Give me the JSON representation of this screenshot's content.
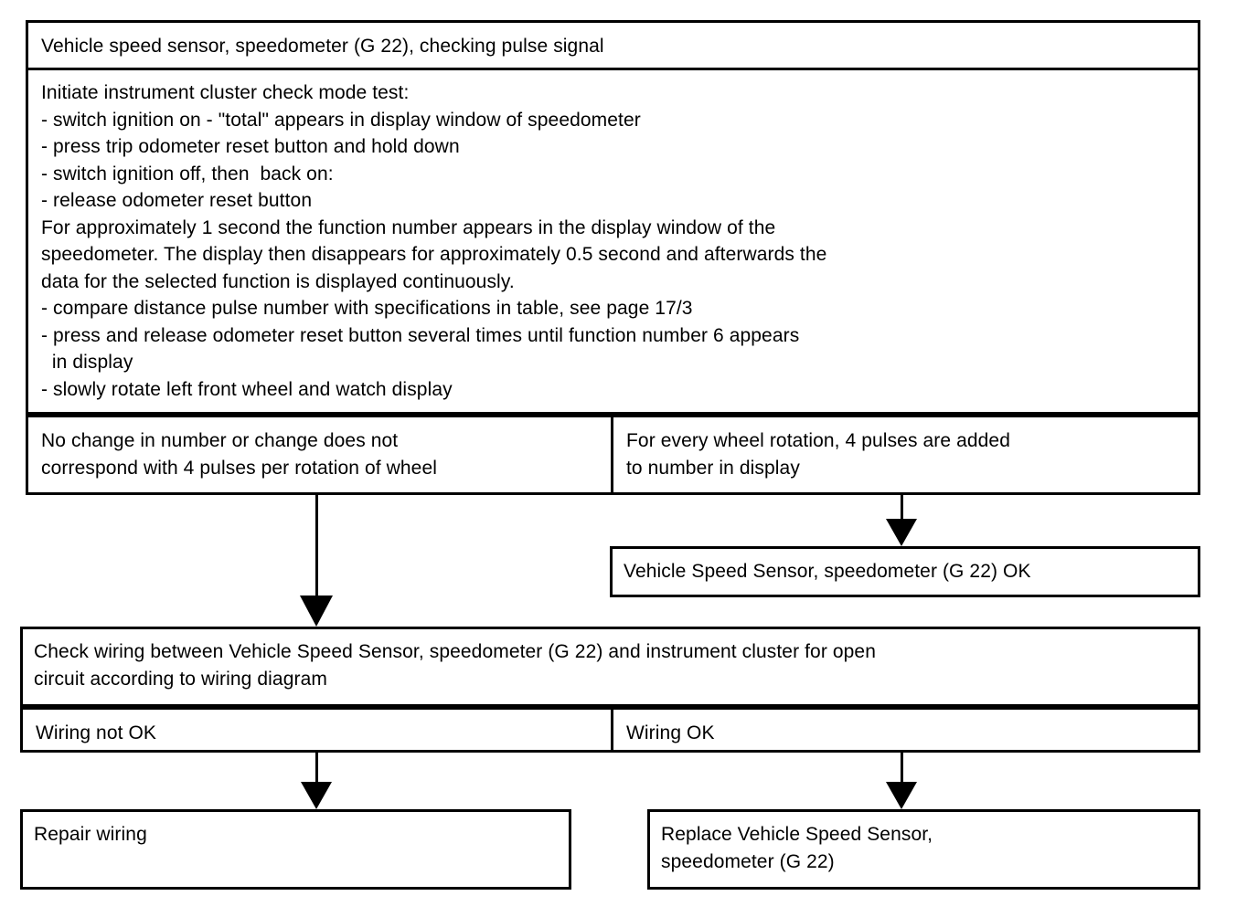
{
  "diagram": {
    "type": "troubleshooting-flowchart",
    "title": "Vehicle speed sensor, speedometer (G 22), checking pulse signal",
    "procedure": {
      "heading": "Initiate instrument cluster check mode test:",
      "steps": [
        "- switch ignition on - \"total\" appears in display window of speedometer",
        "- press trip odometer reset button and hold down",
        "- switch ignition off, then  back on:",
        "- release odometer reset button"
      ],
      "paragraph": "For approximately 1 second the function number appears in the display window of the\nspeedometer. The display then disappears for approximately 0.5 second and afterwards the\ndata for the selected function is displayed continuously.",
      "steps_after": [
        "- compare distance pulse number with specifications in table, see page 17/3",
        "- press and release odometer reset button several times until function number 6 appears\n  in display",
        "- slowly rotate left front wheel and watch display"
      ],
      "full_text": "Initiate instrument cluster check mode test:\n- switch ignition on - \"total\" appears in display window of speedometer\n- press trip odometer reset button and hold down\n- switch ignition off, then  back on:\n- release odometer reset button\nFor approximately 1 second the function number appears in the display window of the\nspeedometer. The display then disappears for approximately 0.5 second and afterwards the\ndata for the selected function is displayed continuously.\n- compare distance pulse number with specifications in table, see page 17/3\n- press and release odometer reset button several times until function number 6 appears\n  in display\n- slowly rotate left front wheel and watch display"
    },
    "result_row": {
      "left": "No change in number or change does not\ncorrespond with 4 pulses per rotation of wheel",
      "right": "For every wheel rotation, 4 pulses are added\nto number in display"
    },
    "sensor_ok": "Vehicle Speed Sensor, speedometer (G 22) OK",
    "check_wiring": "Check wiring between Vehicle Speed Sensor, speedometer (G 22) and instrument cluster for open\ncircuit according to wiring diagram",
    "wiring_row": {
      "left": "Wiring not OK",
      "right": "Wiring OK"
    },
    "repair_wiring": "Repair wiring",
    "replace_sensor": "Replace Vehicle Speed Sensor,\nspeedometer (G 22)",
    "colors": {
      "line": "#000000",
      "background": "#ffffff",
      "text": "#000000"
    }
  }
}
